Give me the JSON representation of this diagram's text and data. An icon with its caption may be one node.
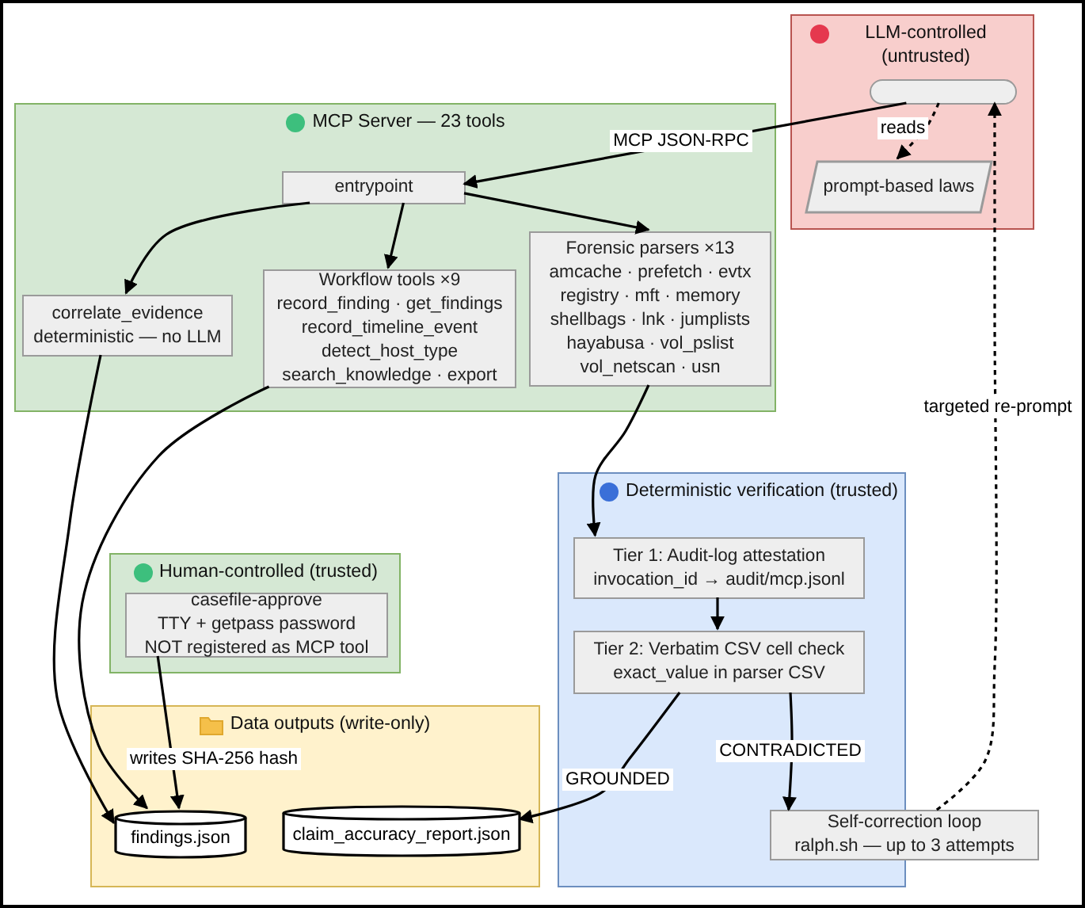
{
  "diagram": {
    "nodes": [
      {
        "text": [
          "LLM-controlled (untrusted)"
        ]
      },
      {
        "text": [],
        "shape": "box",
        "in": 0
      },
      {
        "text": [
          "prompt-based laws"
        ],
        "in": 0
      },
      {
        "text": [
          "MCP Server — 23 tools"
        ]
      },
      {
        "text": [
          "entrypoint"
        ],
        "in": 3
      },
      {
        "text": [
          "correlate_evidence deterministic — no LLM"
        ],
        "in": 3
      },
      {
        "text": [
          "Workflow tools ×9",
          "record_finding · get_findings",
          "record_timeline_event",
          "detect_host_type",
          "search_knowledge · export"
        ],
        "in": 3
      },
      {
        "text": [
          "Forensic parsers ×13",
          "amcache · prefetch · evtx",
          "registry · mft · memory",
          "shellbags · lnk · jumplists",
          "hayabusa · vol_pslist",
          "vol_netscan · usn"
        ],
        "in": 3
      },
      {
        "text": [
          "Deterministic verification (trusted)"
        ]
      },
      {
        "text": [
          "Tier 1: Audit-log attestation",
          "invocation_id → audit/mcp.jsonl"
        ],
        "in": 8
      },
      {
        "text": [
          "Tier 2: Verbatim CSV cell check",
          "exact_value in parser CSV"
        ],
        "in": 8
      },
      {
        "text": [
          "Human-controlled (trusted)"
        ]
      },
      {
        "text": [
          "casefile-approve",
          "TTY + getpass password",
          "NOT registered as MCP tool"
        ],
        "in": 11
      },
      {
        "text": [
          "Data outputs (write-only)"
        ]
      },
      {
        "text": [
          "findings.json"
        ],
        "in": 13
      },
      {
        "text": [
          "claim_accuracy_report.json"
        ],
        "in": 13
      },
      {
        "text": [
          "Self-correction loop",
          "ralph.sh — up to 3 attempts"
        ]
      }
    ],
    "edges": [
      {
        "from": 1,
        "to": 4,
        "arrow": "to",
        "label": "MCP JSON-RPC"
      },
      {
        "from": 1,
        "to": 2,
        "arrow": "to",
        "label": "reads",
        "style": "dashed"
      },
      {
        "from": 4,
        "to": 5,
        "arrow": "to"
      },
      {
        "from": 4,
        "to": 6,
        "arrow": "to"
      },
      {
        "from": 4,
        "to": 7,
        "arrow": "to"
      },
      {
        "from": 5,
        "to": 14,
        "arrow": "to"
      },
      {
        "from": 6,
        "to": 14,
        "arrow": "to"
      },
      {
        "from": 7,
        "to": 9,
        "arrow": "to"
      },
      {
        "from": 12,
        "to": 14,
        "arrow": "to",
        "label": "writes SHA-256 hash"
      },
      {
        "from": 9,
        "to": 10,
        "arrow": "to"
      },
      {
        "from": 10,
        "to": 15,
        "arrow": "to",
        "label": "GROUNDED"
      },
      {
        "from": 10,
        "to": 16,
        "arrow": "to",
        "label": "CONTRADICTED"
      },
      {
        "from": 16,
        "to": 1,
        "arrow": "to",
        "label": "targeted re-prompt",
        "style": "dashed"
      }
    ]
  }
}
